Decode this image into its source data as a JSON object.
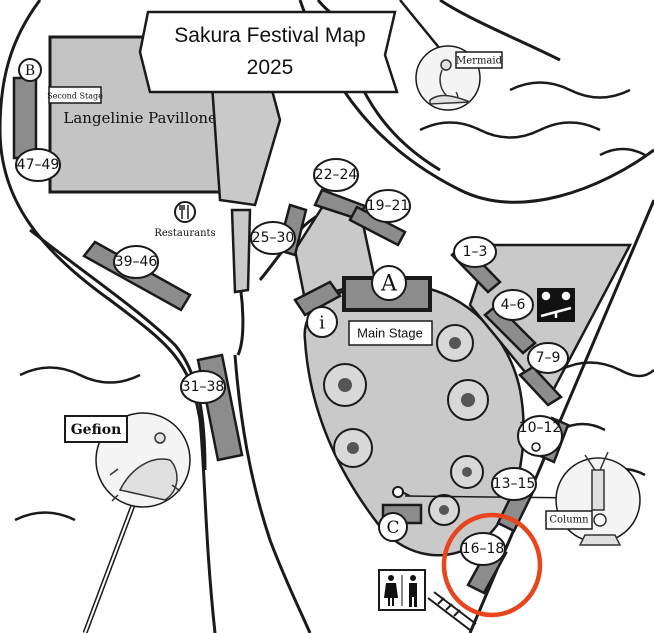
{
  "map": {
    "title_line1": "Sakura Festival Map",
    "title_line2": "2025",
    "building_name": "Langelinie Pavillonen",
    "stage_b_letter": "B",
    "second_stage_label": "Second Stage",
    "stage_a_letter": "A",
    "main_stage_label": "Main Stage",
    "info_letter": "i",
    "stage_c_letter": "C",
    "restaurants_label": "Restaurants",
    "mermaid_label": "Mermaid",
    "gefion_label": "Gefion",
    "column_label": "Column",
    "booths": {
      "b47_49": "47–49",
      "b39_46": "39–46",
      "b31_38": "31–38",
      "b25_30": "25–30",
      "b22_24": "22–24",
      "b19_21": "19–21",
      "b1_3": "1–3",
      "b4_6": "4–6",
      "b7_9": "7–9",
      "b10_12": "10–12",
      "b13_15": "13–15",
      "b16_18": "16–18"
    },
    "highlight_color": "#e8441e"
  }
}
